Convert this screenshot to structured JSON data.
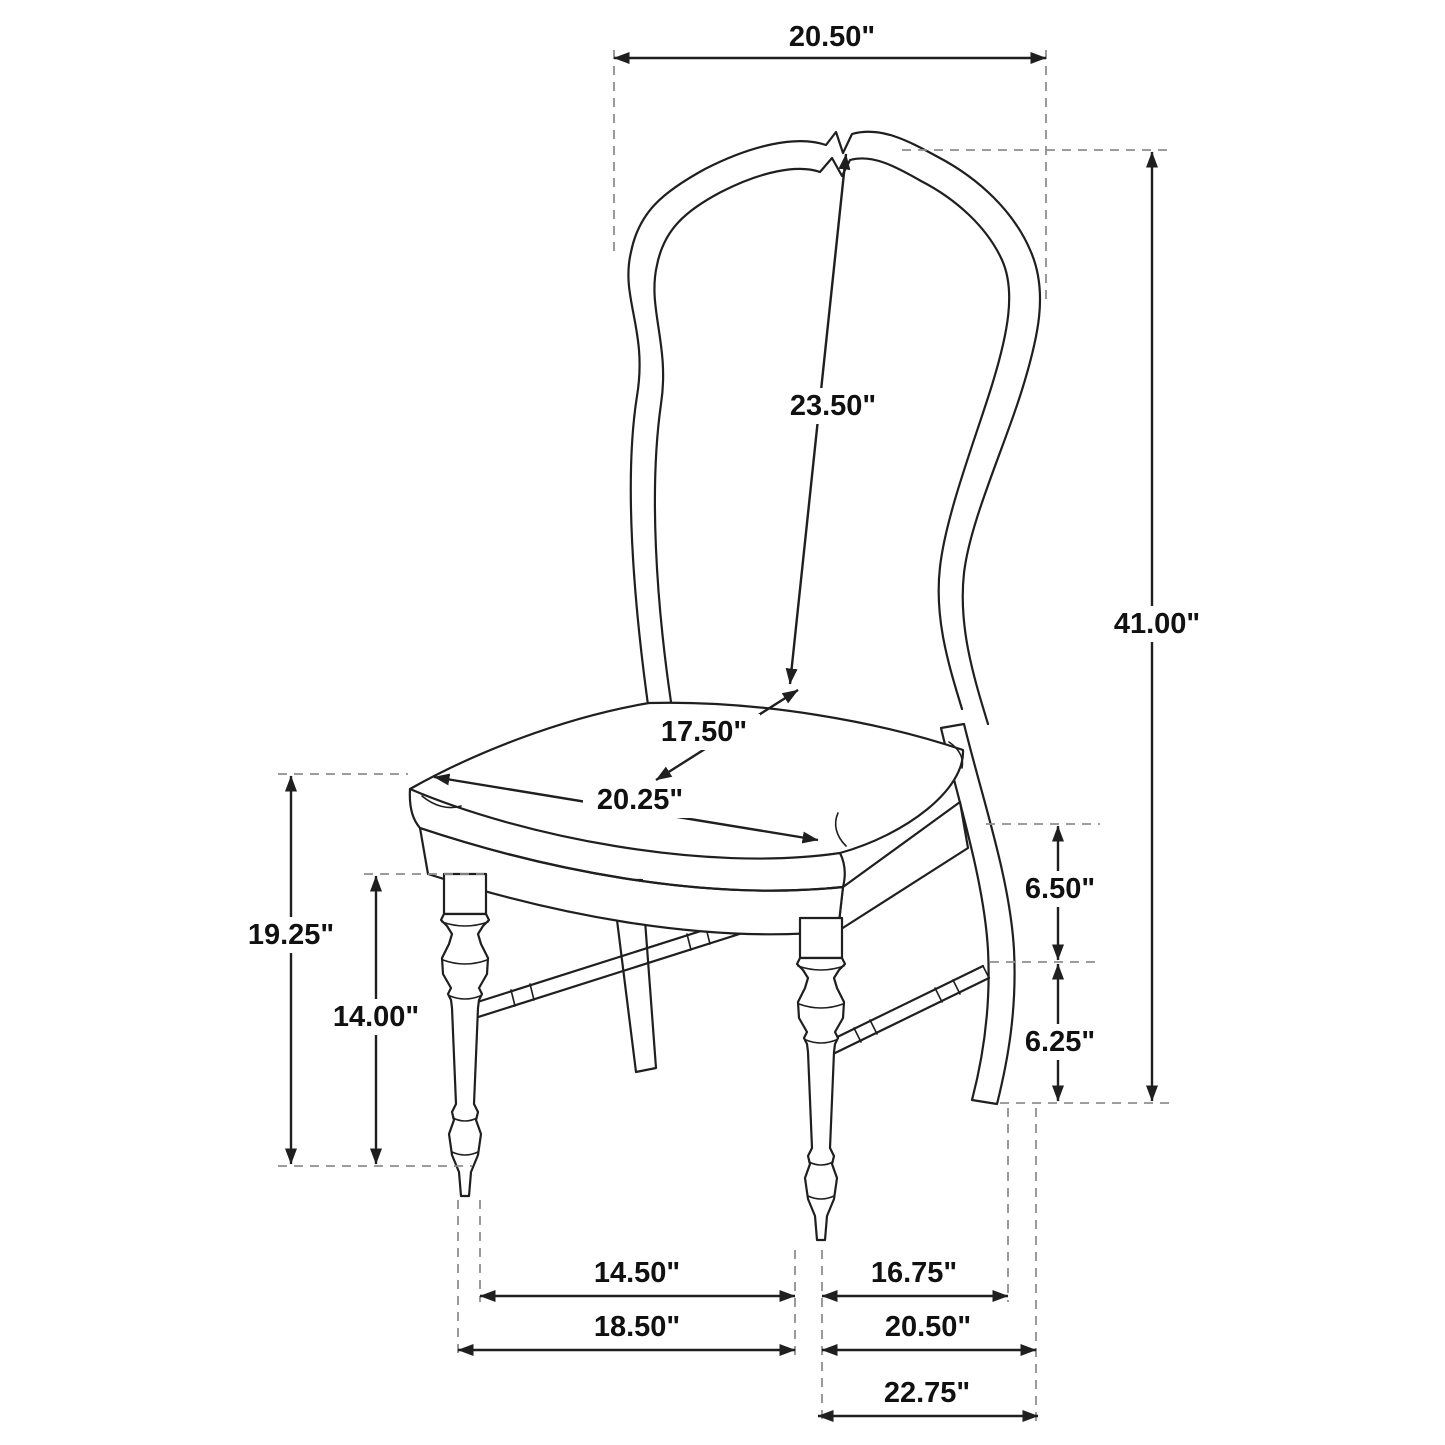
{
  "colors": {
    "line": "#1f1f1f",
    "dash": "#8f8f8f",
    "text": "#111111",
    "background": "#ffffff"
  },
  "dimensions": {
    "back_top_width": "20.50\"",
    "back_height": "23.50\"",
    "overall_height": "41.00\"",
    "seat_depth": "17.50\"",
    "seat_width": "20.25\"",
    "floor_to_seat_height": "19.25\"",
    "floor_to_stretcher_height": "14.00\"",
    "seat_to_stretcher": "6.50\"",
    "stretcher_to_floor": "6.25\"",
    "front_leg_spacing": "14.50\"",
    "front_to_rear_inner": "16.75\"",
    "base_width": "18.50\"",
    "front_to_rear_outer": "20.50\"",
    "overall_depth": "22.75\""
  }
}
